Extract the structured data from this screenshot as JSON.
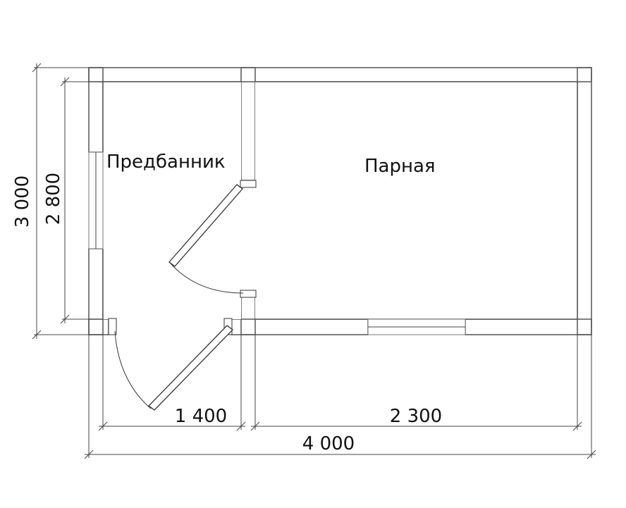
{
  "rooms": {
    "predbannik": "Предбанник",
    "parnaya": "Парная"
  },
  "dimensions": {
    "overall_height": "3 000",
    "inner_height": "2 800",
    "overall_width": "4 000",
    "left_segment": "1 400",
    "right_segment": "2 300"
  },
  "colors": {
    "wall_fill": "#f4df9d",
    "wall_hatch": "#cfb15a",
    "outline": "#555555"
  }
}
